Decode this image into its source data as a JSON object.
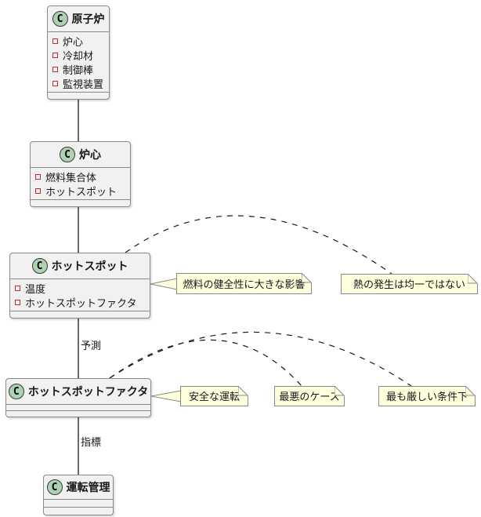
{
  "diagram": {
    "type": "uml-class-diagram",
    "class_icon": {
      "letter": "C"
    },
    "colors": {
      "background": "#FFFFFF",
      "class_fill": "#F1F1F2",
      "class_border": "#8A8A8A",
      "note_fill": "#FEFFDD",
      "note_border": "#8A8A8A",
      "icon_fill": "#ADD1B2",
      "icon_border": "#383838",
      "field_icon": "#C82930",
      "line": "#181818"
    },
    "classes": [
      {
        "name": "原子炉",
        "attributes": [
          "炉心",
          "冷却材",
          "制御棒",
          "監視装置"
        ]
      },
      {
        "name": "炉心",
        "attributes": [
          "燃料集合体",
          "ホットスポット"
        ]
      },
      {
        "name": "ホットスポット",
        "attributes": [
          "温度",
          "ホットスポットファクタ"
        ]
      },
      {
        "name": "ホットスポットファクタ",
        "attributes": []
      },
      {
        "name": "運転管理",
        "attributes": []
      }
    ],
    "notes": [
      {
        "text": "燃料の健全性に大きな影響",
        "attached_to": "ホットスポット"
      },
      {
        "text": "熱の発生は均一ではない",
        "attached_to": "ホットスポット"
      },
      {
        "text": "安全な運転",
        "attached_to": "ホットスポットファクタ"
      },
      {
        "text": "最悪のケース",
        "attached_to": "ホットスポットファクタ"
      },
      {
        "text": "最も厳しい条件下",
        "attached_to": "ホットスポットファクタ"
      }
    ],
    "edges": [
      {
        "from": "原子炉",
        "to": "炉心",
        "label": ""
      },
      {
        "from": "炉心",
        "to": "ホットスポット",
        "label": ""
      },
      {
        "from": "ホットスポット",
        "to": "ホットスポットファクタ",
        "label": "予測"
      },
      {
        "from": "ホットスポットファクタ",
        "to": "運転管理",
        "label": "指標"
      }
    ]
  }
}
